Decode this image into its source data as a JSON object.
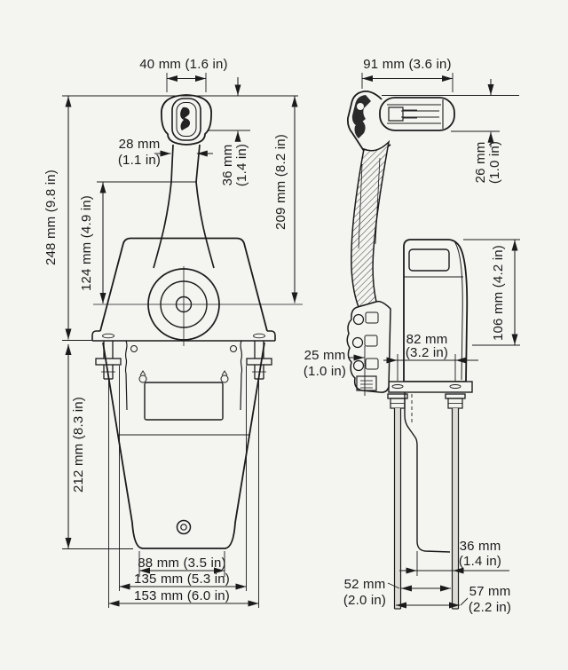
{
  "drawing": {
    "colors": {
      "background": "#f4f4f1",
      "ink": "#1b1b1b"
    },
    "front_view": {
      "handle_knob_width": {
        "l1": "40 mm (1.6 in)"
      },
      "stem_width": {
        "l1": "28 mm",
        "l2": "(1.1 in)"
      },
      "knob_height": {
        "l1": "36 mm",
        "l2": "(1.4 in)"
      },
      "top_to_pivot_height": {
        "l1": "209 mm (8.2 in)"
      },
      "total_height_above_mount": {
        "l1": "248 mm (9.8 in)"
      },
      "body_height_to_pivot": {
        "l1": "124 mm (4.9 in)"
      },
      "bracket_height_below": {
        "l1": "212 mm (8.3 in)"
      },
      "bracket_bottom_width": {
        "l1": "88 mm (3.5 in)"
      },
      "washer_span_width": {
        "l1": "135 mm (5.3 in)"
      },
      "flange_width": {
        "l1": "153 mm (6.0 in)"
      }
    },
    "side_view": {
      "grip_length": {
        "l1": "91 mm (3.6 in)"
      },
      "grip_height": {
        "l1": "26 mm",
        "l2": "(1.0 in)"
      },
      "case_height": {
        "l1": "106 mm (4.2 in)"
      },
      "bolt_spacing": {
        "l1": "82 mm",
        "l2": "(3.2 in)"
      },
      "lever_clearance": {
        "l1": "25 mm",
        "l2": "(1.0 in)"
      },
      "plate_depth": {
        "l1": "36 mm",
        "l2": "(1.4 in)"
      },
      "span_inner": {
        "l1": "52 mm",
        "l2": "(2.0 in)"
      },
      "span_outer": {
        "l1": "57 mm",
        "l2": "(2.2 in)"
      }
    }
  }
}
